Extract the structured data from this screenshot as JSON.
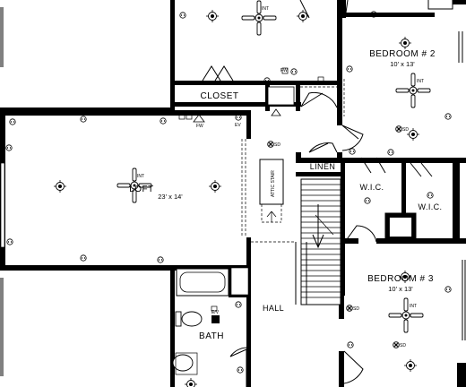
{
  "rooms": {
    "bedroom2": {
      "name": "BEDROOM # 2",
      "dim": "10' x 13'"
    },
    "bedroom3": {
      "name": "BEDROOM # 3",
      "dim": "10' x 13'"
    },
    "loft": {
      "name": "LOFT",
      "dim": "23' x 14'"
    },
    "closet": {
      "name": "CLOSET"
    },
    "linen": {
      "name": "LINEN"
    },
    "wic_left": {
      "name": "W.I.C."
    },
    "wic_right": {
      "name": "W.I.C."
    },
    "hall": {
      "name": "HALL"
    },
    "bath": {
      "name": "BATH"
    }
  },
  "annotations": {
    "attic_stair": "ATTIC STAIR",
    "fan_label": "INT",
    "exhaust_label": "E/V",
    "smoke_label": "SD",
    "panel_label": "EV",
    "fw_label": "FW"
  }
}
